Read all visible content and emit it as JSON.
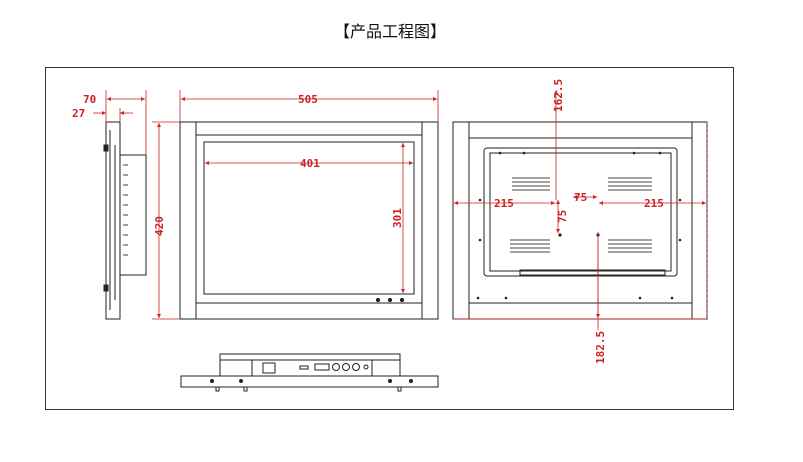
{
  "title": "【产品工程图】",
  "dimensions": {
    "side_total": "70",
    "side_panel": "27",
    "front_width": "505",
    "front_height": "420",
    "screen_width": "401",
    "screen_height": "301",
    "back_top": "162.5",
    "back_bottom": "182.5",
    "back_left": "215",
    "back_right": "215",
    "vesa_h": "75",
    "vesa_v": "75"
  },
  "colors": {
    "dimension": "#cc2222",
    "outline": "#222222"
  }
}
